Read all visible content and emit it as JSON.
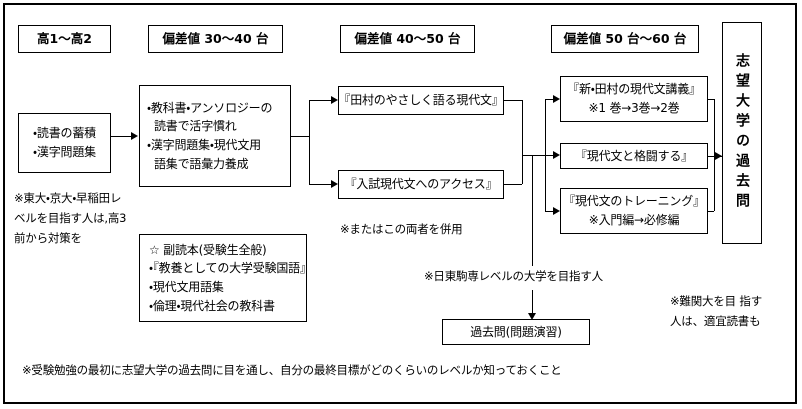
{
  "diagram": {
    "title_vertical_box": "志望大学の過去問",
    "headers": [
      {
        "id": "header-grade",
        "label": "高1～高2"
      },
      {
        "id": "header-hensachi-30-40",
        "label": "偏差値 30～40 台"
      },
      {
        "id": "header-hensachi-40-50",
        "label": "偏差値 40～50 台"
      },
      {
        "id": "header-hensachi-50-60",
        "label": "偏差値 50 台～60 台"
      }
    ],
    "boxes": {
      "start": {
        "name": "reading-accumulation-box",
        "lines": [
          "・読書の蓄積",
          "・漢字問題集"
        ]
      },
      "stage1": {
        "name": "textbook-anthology-box",
        "lines": [
          "・教科書・アンソロジーの",
          "読書で活字慣れ",
          "・漢字問題集・現代文用",
          "語集で語彙力養成"
        ]
      },
      "supplement": {
        "name": "supplementary-reader-box",
        "lines": [
          "☆ 副読本(受験生全般)",
          "・『教養としての大学受験国語』",
          "・現代文用語集",
          "・倫理・現代社会の教科書"
        ]
      },
      "stage2a": {
        "name": "tamura-yasashiku-box",
        "lines": [
          "『田村のやさしく語る現代文』"
        ]
      },
      "stage2b": {
        "name": "nyushi-access-box",
        "lines": [
          "『入試現代文へのアクセス』"
        ]
      },
      "stage3a": {
        "name": "shin-tamura-kougi-box",
        "lines": [
          "『新・田村の現代文講義』",
          "※1 巻→3巻→2巻"
        ]
      },
      "stage3b": {
        "name": "gendaibun-kakutou-box",
        "lines": [
          "『現代文と格闘する』"
        ]
      },
      "stage3c": {
        "name": "gendaibun-training-box",
        "lines": [
          "『現代文のトレーニング』",
          "※入門編→必修編"
        ]
      },
      "pastexam": {
        "name": "kakomon-enshu-box",
        "lines": [
          "過去問(問題演習)"
        ]
      }
    },
    "notes": {
      "top_left": {
        "name": "note-top-universities",
        "lines": [
          "※東大・京大・早稲田レ",
          "ベルを目指す人は,高3",
          "前から対策を"
        ]
      },
      "both_use": {
        "name": "note-use-both",
        "lines": [
          "※またはこの両者を併用"
        ]
      },
      "nittoukomasen": {
        "name": "note-nittoukomasen",
        "lines": [
          "※日東駒専レベルの大学を目指す人"
        ]
      },
      "nankan": {
        "name": "note-nankan-daigaku",
        "lines": [
          "※難関大を目 指す",
          "人は、適宜読書も"
        ]
      }
    },
    "caption": "※受験勉強の最初に志望大学の過去問に目を通し、自分の最終目標がどのくらいのレベルか知っておくこと",
    "colors": {
      "background": "#ffffff",
      "line": "#000000",
      "text": "#000000"
    }
  }
}
